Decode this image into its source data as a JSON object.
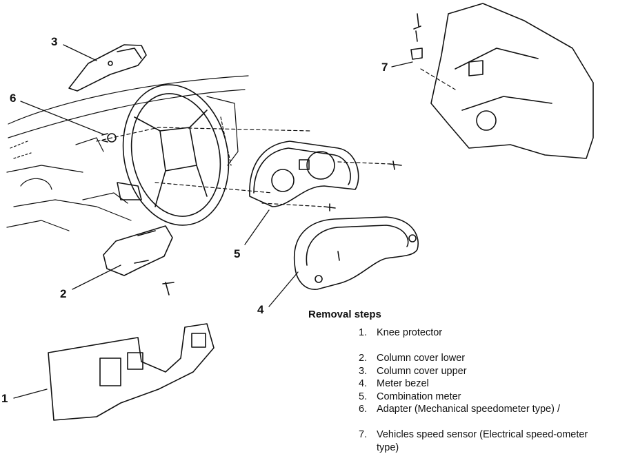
{
  "callouts": [
    "1",
    "2",
    "3",
    "4",
    "5",
    "6",
    "7"
  ],
  "removal": {
    "title": "Removal steps",
    "steps": [
      {
        "num": "1.",
        "text": "Knee protector"
      },
      {
        "num": "2.",
        "text": "Column cover lower"
      },
      {
        "num": "3.",
        "text": "Column cover upper"
      },
      {
        "num": "4.",
        "text": "Meter bezel"
      },
      {
        "num": "5.",
        "text": "Combination meter"
      },
      {
        "num": "6.",
        "text": "Adapter (Mechanical speedometer type) /"
      },
      {
        "num": "7.",
        "text": "Vehicles speed sensor (Electrical speed-ometer type)"
      }
    ]
  }
}
